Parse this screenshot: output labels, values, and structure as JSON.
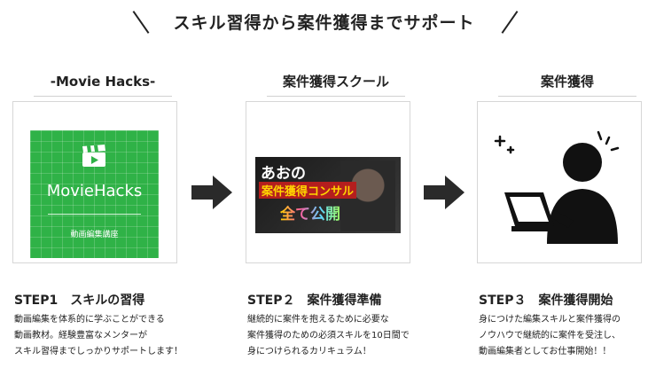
{
  "headline": "スキル習得から案件獲得までサポート",
  "steps": [
    {
      "column_title": "-Movie Hacks-",
      "card_title": "MovieHacks",
      "card_subtitle": "動画編集講座",
      "step_title": "STEP1　スキルの習得",
      "desc": [
        "動画編集を体系的に学ぶことができる",
        "動画教材。経験豊富なメンターが",
        "スキル習得までしっかりサポートします！"
      ]
    },
    {
      "column_title": "案件獲得スクール",
      "thumb_lines": [
        "あおの",
        "案件獲得コンサル",
        "全て公開"
      ],
      "step_title": "STEP２　案件獲得準備",
      "desc": [
        "継続的に案件を抱えるために必要な",
        "案件獲得のための必須スキルを10日間で",
        "身につけられるカリキュラム！"
      ]
    },
    {
      "column_title": "案件獲得",
      "step_title": "STEP３　案件獲得開始",
      "desc": [
        "身につけた編集スキルと案件獲得の",
        "ノウハウで継続的に案件を受注し、",
        "動画編集者としてお仕事開始！！"
      ]
    }
  ],
  "icons": [
    "clapperboard-icon",
    "arrow-right-icon",
    "person-laptop-icon",
    "sparkle-icon"
  ],
  "colors": {
    "green": "#2fb247",
    "arrow": "#2a2a2a",
    "text": "#222222"
  }
}
